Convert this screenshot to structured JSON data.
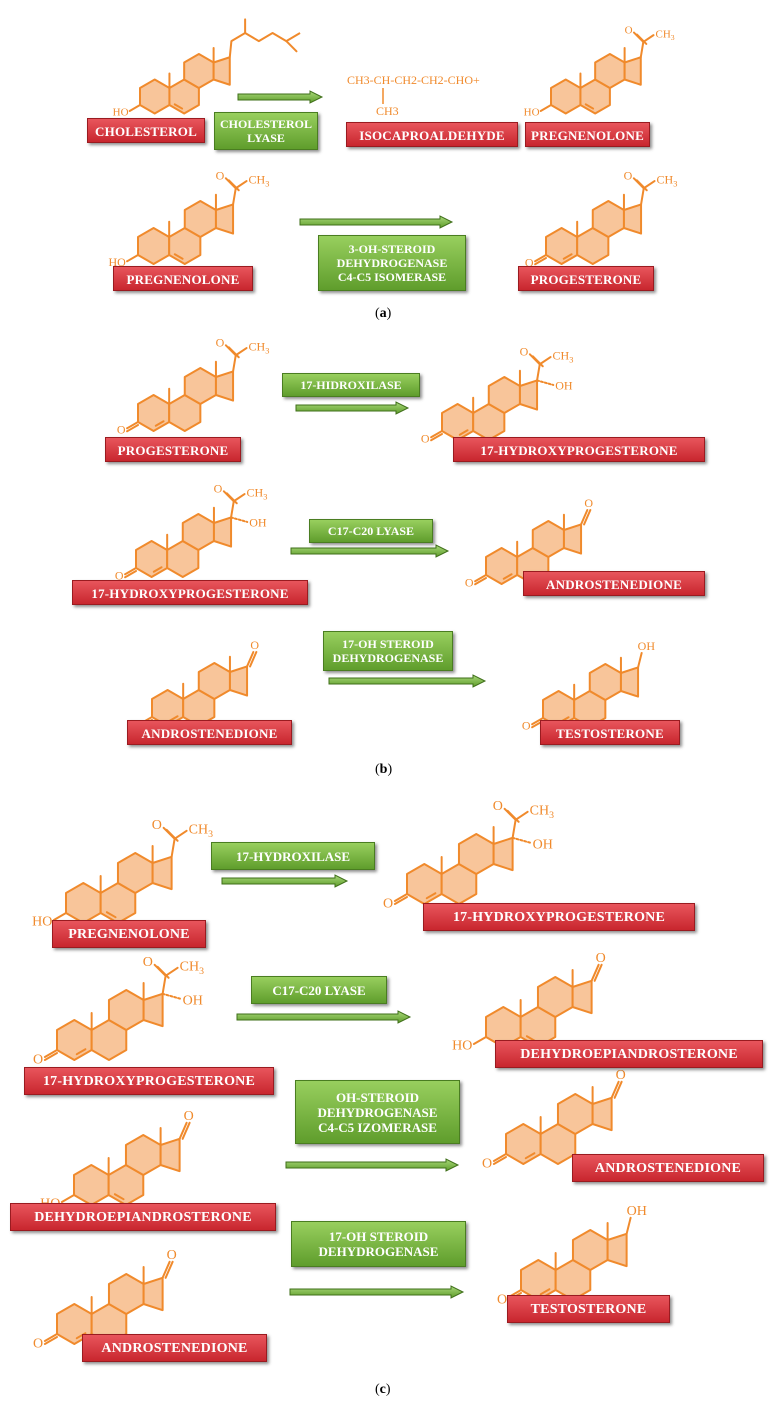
{
  "panels": [
    {
      "caption": "a"
    },
    {
      "caption": "b"
    },
    {
      "caption": "c"
    }
  ],
  "compounds": {
    "cholesterol": "CHOLESTEROL",
    "isocaproaldehyde": "ISOCAPROALDEHYDE",
    "pregnenolone": "PREGNENOLONE",
    "progesterone": "PROGESTERONE",
    "hydroxyprogesterone": "17-HYDROXYPROGESTERONE",
    "androstenedione": "ANDROSTENEDIONE",
    "testosterone": "TESTOSTERONE",
    "dhea": "DEHYDROEPIANDROSTERONE"
  },
  "enzymes": {
    "cholesterol_lyase": [
      "CHOLESTEROL",
      "LYASE"
    ],
    "hsd3b": [
      "3-OH-STEROID",
      "DEHYDROGENASE",
      "C4-C5 ISOMERASE"
    ],
    "hidroxilase": [
      "17-HIDROXILASE"
    ],
    "hydroxilase": [
      "17-HYDROXILASE"
    ],
    "lyase_c17": [
      "C17-C20 LYASE"
    ],
    "hsd17b": [
      "17-OH STEROID",
      "DEHYDROGENASE"
    ],
    "oh_steroid_izomerase": [
      "OH-STEROID",
      "DEHYDROGENASE",
      "C4-C5 IZOMERASE"
    ]
  },
  "chem_text": {
    "ho": "HO",
    "o": "O",
    "oh": "OH",
    "ch3": "CH3",
    "isocaproaldehyde_formula": "CH3-CH-CH2-CH2-CHO+",
    "isocaproaldehyde_branch": "CH3"
  },
  "colors": {
    "structure": "#f08a2c",
    "ring_fill": "#f8c59a",
    "compound_label": "#d0323a",
    "enzyme_label": "#6aaa36",
    "arrow": "#5e9c2a"
  }
}
